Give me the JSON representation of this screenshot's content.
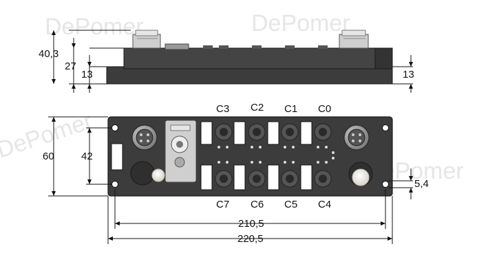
{
  "watermark": {
    "text": "DePomer"
  },
  "dimensions": {
    "height_total": "40,3",
    "height_mid": "27",
    "height_base_left": "13",
    "height_base_right": "13",
    "width_height": "60",
    "mount_spacing": "42",
    "hole_dia": "5,4",
    "mount_length": "210,5",
    "total_length": "220,5"
  },
  "channels": {
    "top": [
      "C3",
      "C2",
      "C1",
      "C0"
    ],
    "bottom": [
      "C7",
      "C6",
      "C5",
      "C4"
    ]
  },
  "colors": {
    "housing": "#3c3c3c",
    "housing_dark": "#2a2a2a",
    "housing_edge": "#1a1a1a",
    "label_white": "#ffffff",
    "connector_metal": "#b5b5b5",
    "watermark": "#e6e6e6"
  }
}
